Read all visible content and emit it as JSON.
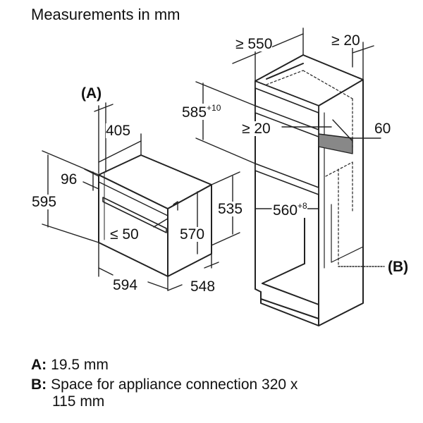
{
  "title": "Measurements in mm",
  "dimensions": {
    "min_550": "≥ 550",
    "min_20_top": "≥ 20",
    "d_585": "585",
    "d_585_sup": "+10",
    "min_20_mid": "≥ 20",
    "d_60": "60",
    "marker_a": "(A)",
    "d_405": "405",
    "d_96": "96",
    "d_595": "595",
    "d_535": "535",
    "d_560": "560",
    "d_560_sup": "+8",
    "max_50": "≤ 50",
    "d_570": "570",
    "marker_b": "(B)",
    "d_594": "594",
    "d_548": "548"
  },
  "legend": {
    "a_key": "A:",
    "a_text": "19.5 mm",
    "b_key": "B:",
    "b_text_line1": "Space for appliance connection 320 x",
    "b_text_line2": "115 mm"
  }
}
